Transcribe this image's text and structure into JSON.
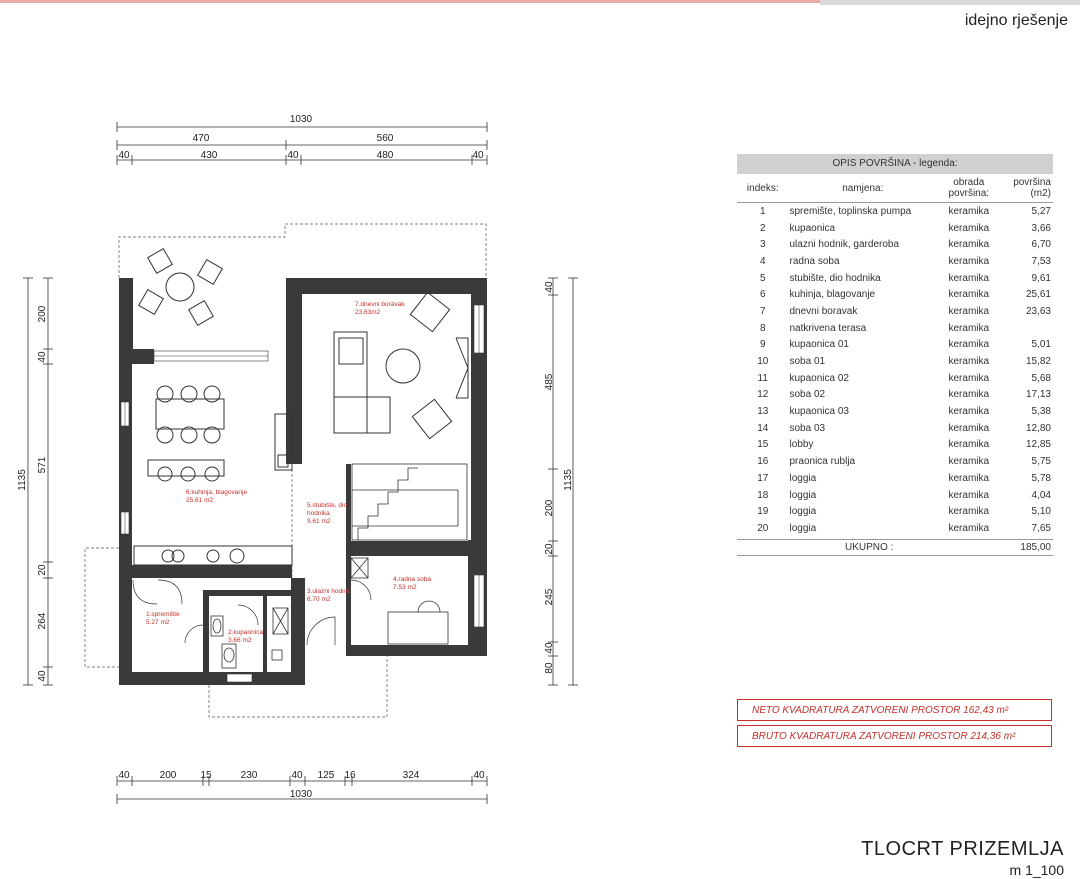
{
  "header": {
    "subtitle": "idejno rješenje"
  },
  "footer": {
    "title": "TLOCRT PRIZEMLJA",
    "scale": "m 1_100"
  },
  "dimensions": {
    "top_total": "1030",
    "top_segments": [
      "470",
      "560"
    ],
    "top_detail": [
      "40",
      "430",
      "40",
      "480",
      "40"
    ],
    "bottom_detail": [
      "40",
      "200",
      "15",
      "230",
      "40",
      "125",
      "16",
      "324",
      "40"
    ],
    "bottom_total": "1030",
    "left_total": "1135",
    "left_segments": [
      "200",
      "40",
      "571",
      "20",
      "264",
      "40"
    ],
    "right_total": "1135",
    "right_segments": [
      "40",
      "485",
      "200",
      "20",
      "245",
      "40",
      "80"
    ]
  },
  "room_labels": [
    {
      "name": "7.dnevni boravak",
      "area": "23.63m2"
    },
    {
      "name": "6.kuhinja, blagovanje",
      "area": "25.61 m2"
    },
    {
      "name": "5.stubište, dio",
      "name2": "hodnika",
      "area": "9.61 m2"
    },
    {
      "name": "4.radna soba",
      "area": "7.53 m2"
    },
    {
      "name": "3.ulazni hodnik",
      "area": "6.70 m2"
    },
    {
      "name": "1.spremište",
      "area": "5.27 m2"
    },
    {
      "name": "2.kupaonica",
      "area": "3.66 m2"
    }
  ],
  "legend": {
    "title": "OPIS POVRŠINA - legenda:",
    "columns": {
      "index": "indeks:",
      "purpose": "namjena:",
      "finish": "obrada površina:",
      "area": "površina (m2)"
    },
    "rows": [
      {
        "i": "1",
        "name": "spremište, toplinska pumpa",
        "finish": "keramika",
        "area": "5,27"
      },
      {
        "i": "2",
        "name": "kupaonica",
        "finish": "keramika",
        "area": "3,66"
      },
      {
        "i": "3",
        "name": "ulazni hodnik, garderoba",
        "finish": "keramika",
        "area": "6,70"
      },
      {
        "i": "4",
        "name": "radna soba",
        "finish": "keramika",
        "area": "7,53"
      },
      {
        "i": "5",
        "name": "stubište, dio hodnika",
        "finish": "keramika",
        "area": "9,61"
      },
      {
        "i": "6",
        "name": "kuhinja, blagovanje",
        "finish": "keramika",
        "area": "25,61"
      },
      {
        "i": "7",
        "name": "dnevni boravak",
        "finish": "keramika",
        "area": "23,63"
      },
      {
        "i": "8",
        "name": "natkrivena terasa",
        "finish": "keramika",
        "area": ""
      },
      {
        "i": "9",
        "name": "kupaonica 01",
        "finish": "keramika",
        "area": "5,01"
      },
      {
        "i": "10",
        "name": "soba 01",
        "finish": "keramika",
        "area": "15,82"
      },
      {
        "i": "11",
        "name": "kupaonica 02",
        "finish": "keramika",
        "area": "5,68"
      },
      {
        "i": "12",
        "name": "soba 02",
        "finish": "keramika",
        "area": "17,13"
      },
      {
        "i": "13",
        "name": "kupaonica 03",
        "finish": "keramika",
        "area": "5,38"
      },
      {
        "i": "14",
        "name": "soba 03",
        "finish": "keramika",
        "area": "12,80"
      },
      {
        "i": "15",
        "name": "lobby",
        "finish": "keramika",
        "area": "12,85"
      },
      {
        "i": "16",
        "name": "praonica rublja",
        "finish": "keramika",
        "area": "5,75"
      },
      {
        "i": "17",
        "name": "loggia",
        "finish": "keramika",
        "area": "5,78"
      },
      {
        "i": "18",
        "name": "loggia",
        "finish": "keramika",
        "area": "4,04"
      },
      {
        "i": "19",
        "name": "loggia",
        "finish": "keramika",
        "area": "5,10"
      },
      {
        "i": "20",
        "name": "loggia",
        "finish": "keramika",
        "area": "7,65"
      }
    ],
    "total_label": "UKUPNO :",
    "total_value": "185,00"
  },
  "neto": "NETO KVADRATURA ZATVORENI PROSTOR  162,43 m²",
  "bruto": "BRUTO KVADRATURA ZATVORENI PROSTOR  214,36 m²",
  "colors": {
    "red": "#c4302b",
    "wall": "#3a3a3a",
    "header_bg": "#d0d0d0"
  }
}
